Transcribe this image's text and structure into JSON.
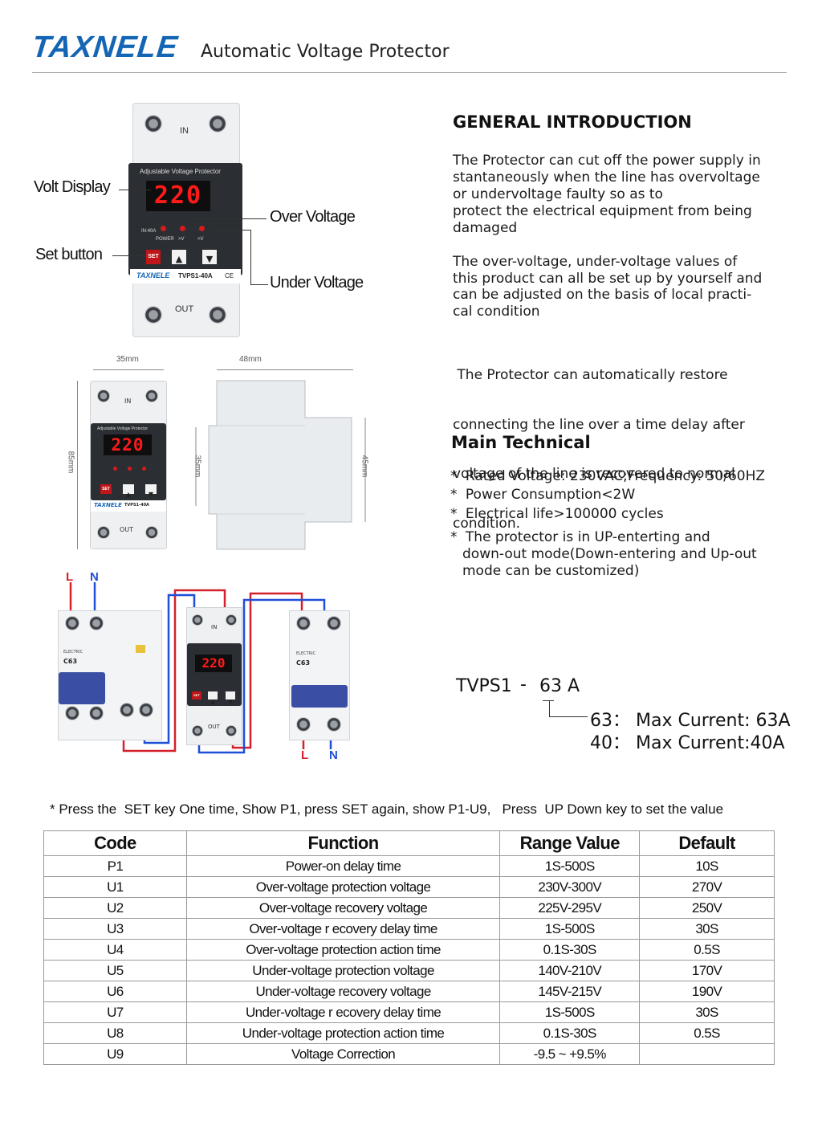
{
  "header": {
    "brand": "TAXNELE",
    "title": "Automatic Voltage Protector"
  },
  "device": {
    "in_label": "IN",
    "out_label": "OUT",
    "panel_title": "Adjustable Voltage Protector",
    "display_value": "220",
    "rating_label": "IN:40A",
    "led_labels": [
      "POWER",
      ">V",
      "<V"
    ],
    "set_label": "SET",
    "model_label": "TVPS1-40A",
    "brand_small": "TAXNELE",
    "ce_mark": "CE"
  },
  "callouts": {
    "volt_display": "Volt Display",
    "set_button": "Set button",
    "over_voltage": "Over Voltage",
    "under_voltage": "Under Voltage"
  },
  "dimensions": {
    "width_front": "35mm",
    "width_side": "48mm",
    "height_front": "85mm",
    "height_side_left": "35mm",
    "height_side_right": "45mm"
  },
  "wiring": {
    "l_top": "L",
    "n_top": "N",
    "l_bottom": "L",
    "n_bottom": "N",
    "breaker_left_brand": "ELECTRIC",
    "breaker_left_model": "C63",
    "breaker_right_brand": "ELECTRIC",
    "breaker_right_model": "C63"
  },
  "intro": {
    "heading": "GENERAL INTRODUCTION",
    "p1": [
      "The Protector can cut off the power supply in",
      "stantaneously when the line has overvoltage",
      "or undervoltage faulty so as to",
      "protect the electrical equipment from being",
      "damaged"
    ],
    "p2": [
      "The over-voltage, under-voltage values of",
      "this product can all be set up by yourself and",
      "can be adjusted on the basis of local practi-",
      "cal condition"
    ],
    "p3": [
      " The Protector can automatically restore",
      "connecting the line over a time delay after",
      "voltage of the line is recovered to normal",
      "condition."
    ]
  },
  "technical": {
    "heading": "Main Technical",
    "bullets": [
      [
        "Rated Voltage: 230VAC;Frequency: 50/60HZ"
      ],
      [
        "Power Consumption<2W"
      ],
      [
        "Electrical life>100000 cycles"
      ],
      [
        "The protector is in UP-enterting and",
        "down-out mode(Down-entering and Up-out",
        "mode can be customized)"
      ]
    ],
    "bullet_mark": "*"
  },
  "model_code": {
    "prefix": "TVPS1",
    "dash": "-",
    "value": "63 A",
    "options": [
      "63：  Max Current: 63A",
      "40：  Max Current:40A"
    ]
  },
  "note": "* Press the  SET key One time, Show P1, press SET again, show P1-U9,   Press  UP Down key to set the value",
  "table": {
    "headers": [
      "Code",
      "Function",
      "Range Value",
      "Default"
    ],
    "rows": [
      [
        "P1",
        "Power-on delay time",
        "1S-500S",
        "10S"
      ],
      [
        "U1",
        "Over-voltage  protection voltage",
        "230V-300V",
        "270V"
      ],
      [
        "U2",
        "Over-voltage recovery voltage",
        "225V-295V",
        "250V"
      ],
      [
        "U3",
        "Over-voltage r ecovery delay time",
        "1S-500S",
        "30S"
      ],
      [
        "U4",
        "Over-voltage protection action time",
        "0.1S-30S",
        "0.5S"
      ],
      [
        "U5",
        "Under-voltage protection voltage",
        "140V-210V",
        "170V"
      ],
      [
        "U6",
        "Under-voltage recovery voltage",
        "145V-215V",
        "190V"
      ],
      [
        "U7",
        "Under-voltage  r ecovery delay time",
        "1S-500S",
        "30S"
      ],
      [
        "U8",
        "Under-voltage protection action time",
        "0.1S-30S",
        "0.5S"
      ],
      [
        "U9",
        "Voltage Correction",
        "-9.5 ~ +9.5%",
        ""
      ]
    ]
  },
  "colors": {
    "brand_blue": "#1565b5",
    "led_red": "#ff1a1a",
    "wire_red": "#d4202a",
    "wire_blue": "#1f4fd8"
  }
}
